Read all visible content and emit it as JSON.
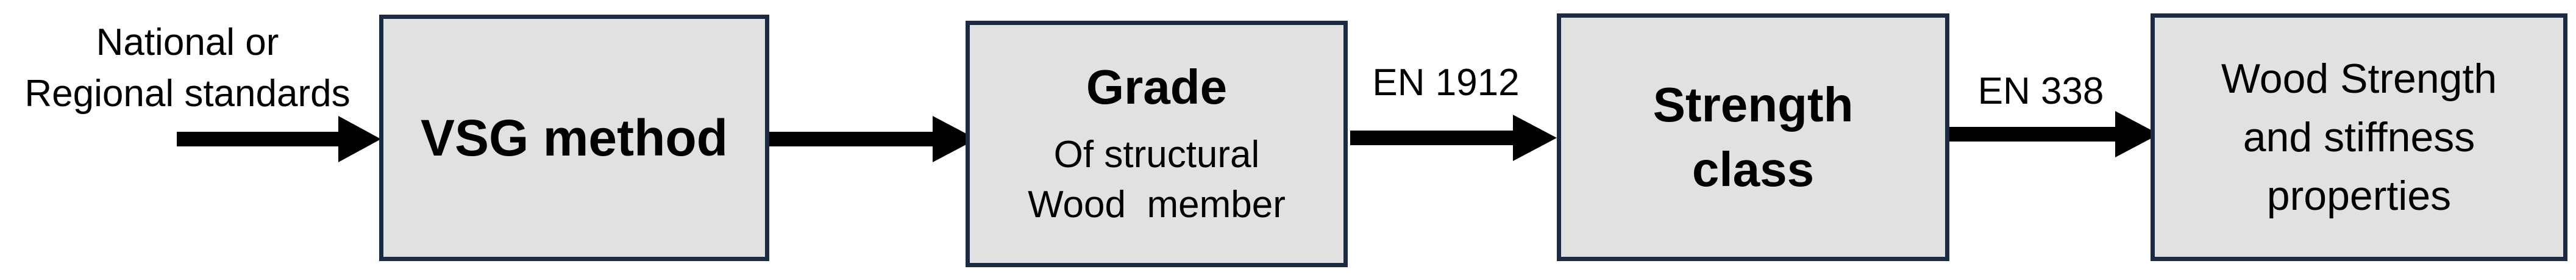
{
  "diagram": {
    "input_label": {
      "line1": "National or",
      "line2": "Regional standards"
    },
    "box_vsg": {
      "title": "VSG method"
    },
    "box_grade": {
      "title": "Grade",
      "subtitle_line1": "Of structural",
      "subtitle_line2": "Wood  member"
    },
    "arrow_en1912": {
      "label": "EN 1912"
    },
    "box_strength": {
      "title_line1": "Strength",
      "title_line2": "class"
    },
    "arrow_en338": {
      "label": "EN 338"
    },
    "box_properties": {
      "line1": "Wood Strength",
      "line2": "and stiffness",
      "line3": "properties"
    },
    "colors": {
      "box_fill": "#e2e1e1",
      "box_border": "#1c2b44",
      "arrow": "#000000",
      "text": "#000000"
    }
  }
}
